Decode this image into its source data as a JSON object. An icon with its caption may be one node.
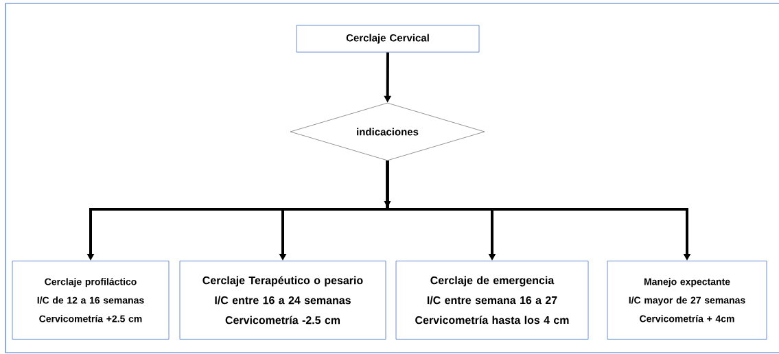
{
  "diagram": {
    "nodes": [
      {
        "text": [
          "Cerclaje Cervical"
        ]
      },
      {
        "text": [
          "indicaciones"
        ]
      },
      {
        "text": [
          "Cerclaje profiláctico",
          "I/C de 12 a 16 semanas",
          "Cervicometría +2.5 cm"
        ]
      },
      {
        "text": [
          "Cerclaje Terapéutico o pesario",
          "I/C entre 16 a 24 semanas",
          "Cervicometría -2.5 cm"
        ]
      },
      {
        "text": [
          "Cerclaje de emergencia",
          "I/C entre semana 16 a 27",
          "Cervicometría hasta los 4 cm"
        ]
      },
      {
        "text": [
          "Manejo expectante",
          "I/C mayor de 27 semanas",
          "Cervicometría + 4cm"
        ]
      }
    ],
    "edges": [
      {
        "from": 0,
        "to": 1,
        "arrow": "to"
      },
      {
        "from": 1,
        "to": 2,
        "arrow": "to"
      },
      {
        "from": 1,
        "to": 3,
        "arrow": "to"
      },
      {
        "from": 1,
        "to": 4,
        "arrow": "to"
      },
      {
        "from": 1,
        "to": 5,
        "arrow": "to"
      }
    ]
  }
}
